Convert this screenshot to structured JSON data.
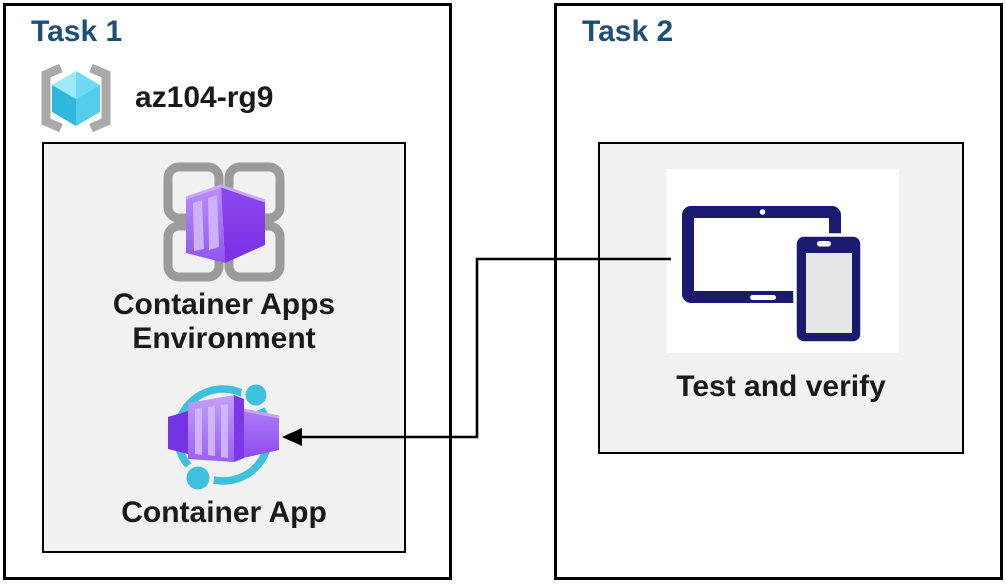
{
  "diagram": {
    "type": "task-flow",
    "connector": {
      "from": "test-and-verify-devices",
      "to": "container-app",
      "shape": "elbow-arrow",
      "arrow_direction": "left-into-container-app"
    }
  },
  "colors": {
    "task_title": "#1F4E79",
    "label_text": "#1a1a1a",
    "box_border": "#000000",
    "panel_fill": "#F1F1F1",
    "azure_cyan": "#3EC1DF",
    "cube_cyan_light": "#9BE9FB",
    "cube_cyan_dark": "#2FB7DD",
    "purple_light": "#C3A0FA",
    "purple_mid": "#9A60F3",
    "purple_dark": "#7C39EA",
    "frame_gray": "#9B9B9B",
    "bracket_gray": "#A9A9A9",
    "device_navy": "#1A1A6E",
    "device_screen_gray": "#E7E7E7"
  },
  "task1": {
    "title": "Task 1",
    "resource_group": {
      "icon": "azure-resource-group-icon",
      "name": "az104-rg9"
    },
    "environment": {
      "icon": "container-apps-environment-icon",
      "label_line1": "Container Apps",
      "label_line2": "Environment"
    },
    "container_app": {
      "icon": "container-app-icon",
      "label": "Container App"
    }
  },
  "task2": {
    "title": "Task 2",
    "test_and_verify": {
      "icon": "tablet-phone-devices-icon",
      "label": "Test and verify"
    }
  }
}
